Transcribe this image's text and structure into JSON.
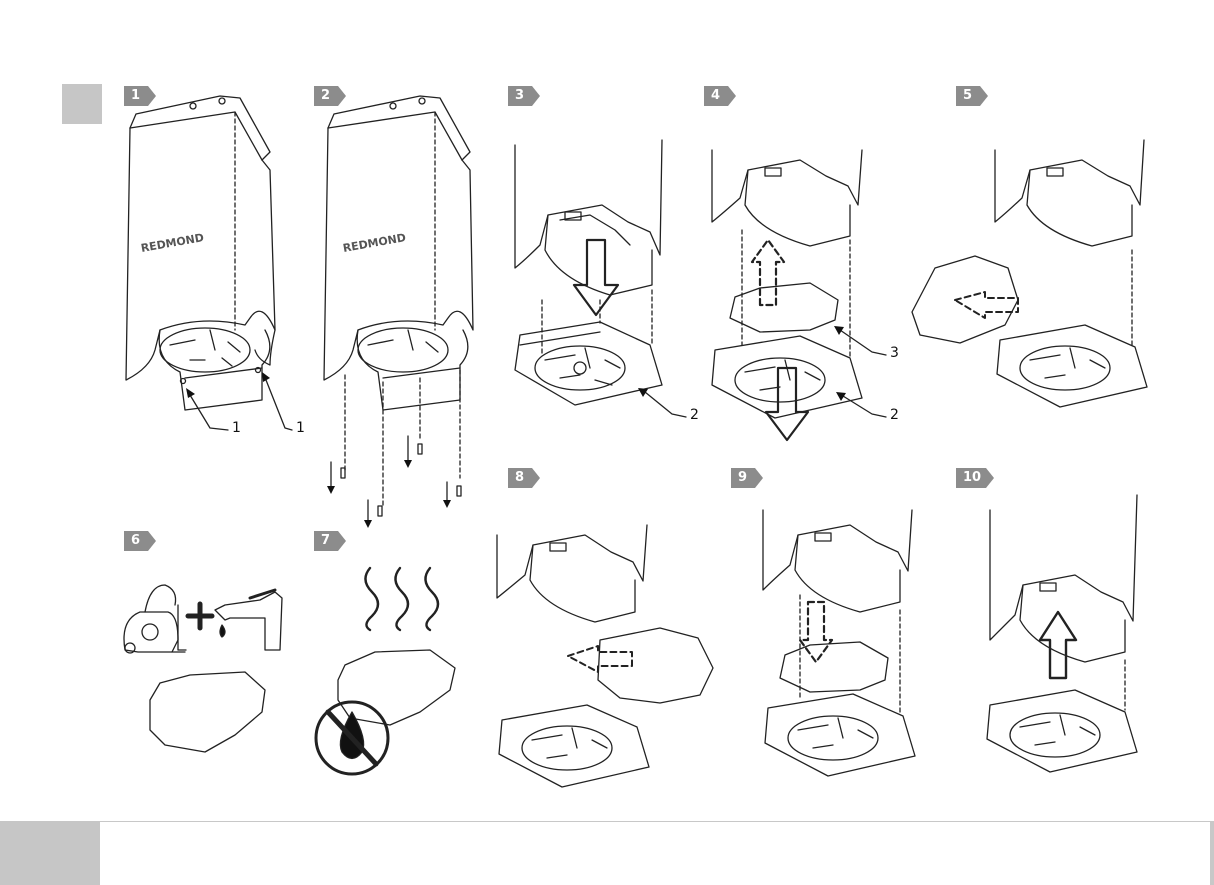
{
  "steps": {
    "s1": "1",
    "s2": "2",
    "s3": "3",
    "s4": "4",
    "s5": "5",
    "s6": "6",
    "s7": "7",
    "s8": "8",
    "s9": "9",
    "s10": "10"
  },
  "callouts": {
    "screw_a": "1",
    "screw_b": "1",
    "grille_step3": "2",
    "filter_step4": "3",
    "grille_step4": "2"
  },
  "brand_text": "REDMOND",
  "icons": {
    "vacuum": "vacuum-cleaner-icon",
    "plus": "plus-icon",
    "faucet": "water-faucet-icon",
    "heat": "heat-waves-icon",
    "no_water": "no-water-drop-icon"
  },
  "colors": {
    "badge": "#8c8c8c",
    "accent_gray": "#c6c6c6",
    "line": "#222222"
  }
}
